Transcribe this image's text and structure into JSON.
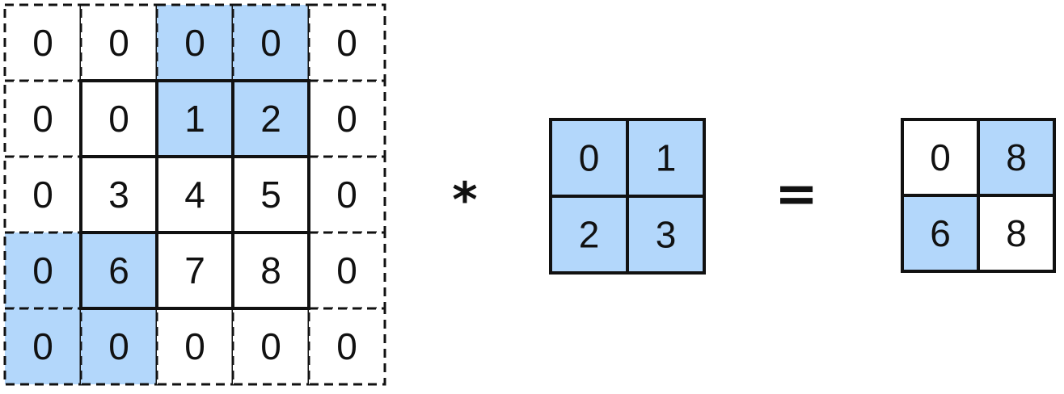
{
  "colors": {
    "highlight": "#b3d7fb",
    "plain": "#ffffff",
    "stroke": "#111111"
  },
  "input": {
    "rows": [
      [
        "0",
        "0",
        "0",
        "0",
        "0"
      ],
      [
        "0",
        "0",
        "1",
        "2",
        "0"
      ],
      [
        "0",
        "3",
        "4",
        "5",
        "0"
      ],
      [
        "0",
        "6",
        "7",
        "8",
        "0"
      ],
      [
        "0",
        "0",
        "0",
        "0",
        "0"
      ]
    ],
    "highlighted": [
      [
        0,
        2
      ],
      [
        0,
        3
      ],
      [
        1,
        2
      ],
      [
        1,
        3
      ],
      [
        3,
        0
      ],
      [
        3,
        1
      ],
      [
        4,
        0
      ],
      [
        4,
        1
      ]
    ],
    "padding": 1
  },
  "operator": "*",
  "kernel": {
    "rows": [
      [
        "0",
        "1"
      ],
      [
        "2",
        "3"
      ]
    ],
    "highlighted": [
      [
        0,
        0
      ],
      [
        0,
        1
      ],
      [
        1,
        0
      ],
      [
        1,
        1
      ]
    ]
  },
  "equals": "=",
  "output": {
    "rows": [
      [
        "0",
        "8"
      ],
      [
        "6",
        "8"
      ]
    ],
    "highlighted": [
      [
        0,
        1
      ],
      [
        1,
        0
      ]
    ]
  }
}
